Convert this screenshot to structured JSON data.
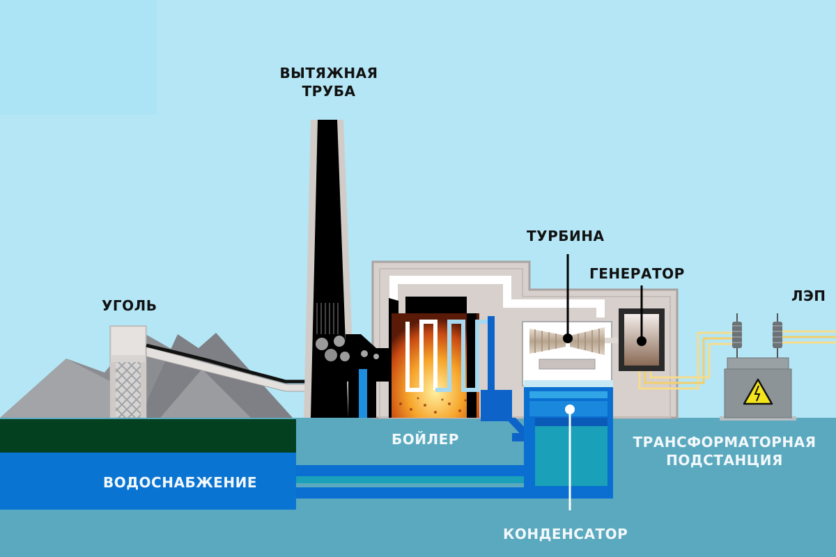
{
  "diagram": {
    "title": "Coal-fired thermal power plant schematic",
    "colors": {
      "sky": "#b4e6f5",
      "ground_water": "#5aa9bf",
      "dark_ground": "#02401f",
      "water_supply": "#0a74d2",
      "coal": "#8a8c90",
      "building": "#d7d0cd",
      "chimney": "#000000",
      "fire": "#f2a030",
      "steam_pipe": "#a9dbef",
      "power_line": "#f7dc8a",
      "transformer": "#8d9498",
      "warning": "#f5e51c"
    },
    "labels": {
      "chimney": [
        "ВЫТЯЖНАЯ",
        "ТРУБА"
      ],
      "coal": "УГОЛЬ",
      "turbine": "ТУРБИНА",
      "generator": "ГЕНЕРАТОР",
      "power_line": "ЛЭП",
      "boiler": "БОЙЛЕР",
      "water_supply": "ВОДОСНАБЖЕНИЕ",
      "substation": [
        "ТРАНСФОРМАТОРНАЯ",
        "ПОДСТАНЦИЯ"
      ],
      "condenser": "КОНДЕНСАТОР"
    },
    "icons": {
      "warning": "high-voltage-warning-icon"
    },
    "flow": [
      "УГОЛЬ",
      "БОЙЛЕР",
      "ТУРБИНА",
      "ГЕНЕРАТОР",
      "ТРАНСФОРМАТОРНАЯ ПОДСТАНЦИЯ",
      "ЛЭП"
    ]
  }
}
